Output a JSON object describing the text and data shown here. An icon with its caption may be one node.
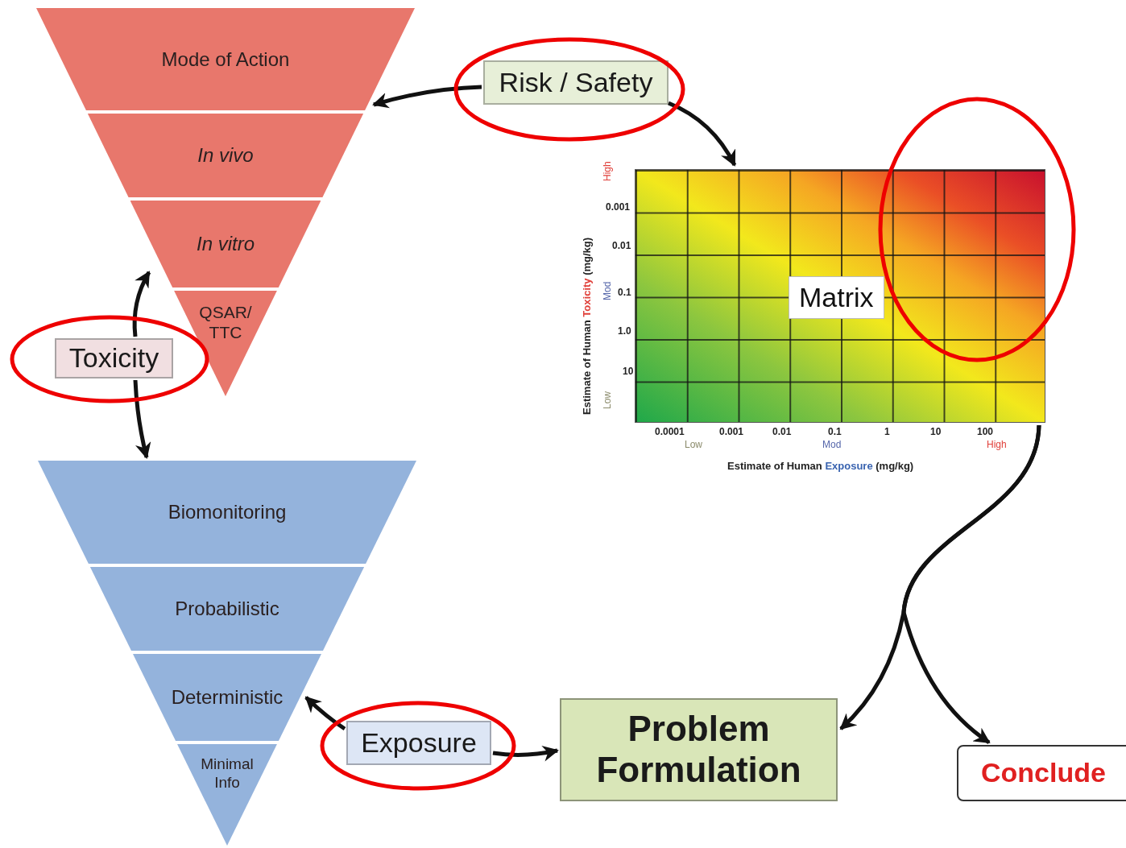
{
  "diagram": {
    "nodes": [
      {
        "text": [
          "Mode of Action"
        ]
      },
      {
        "text": [
          "In vivo"
        ]
      },
      {
        "text": [
          "In vitro"
        ]
      },
      {
        "text": [
          "QSAR/ TTC"
        ]
      },
      {
        "text": [
          "Toxicity"
        ]
      },
      {
        "text": [
          "Biomonitoring"
        ]
      },
      {
        "text": [
          "Probabilistic"
        ]
      },
      {
        "text": [
          "Deterministic"
        ]
      },
      {
        "text": [
          "Minimal Info"
        ]
      },
      {
        "text": [
          "Exposure"
        ]
      },
      {
        "text": [
          "Problem Formulation"
        ]
      },
      {
        "text": [
          "Risk / Safety"
        ]
      },
      {
        "text": [
          "Matrix"
        ]
      },
      {
        "text": [
          "Conclude"
        ]
      }
    ],
    "edges": [
      {
        "from": 4,
        "to": 2,
        "arrow": "to"
      },
      {
        "from": 4,
        "to": 5,
        "arrow": "to"
      },
      {
        "from": 11,
        "to": 0,
        "arrow": "to"
      },
      {
        "from": 11,
        "to": 12,
        "arrow": "to"
      },
      {
        "from": 9,
        "to": 7,
        "arrow": "to"
      },
      {
        "from": 9,
        "to": 10,
        "arrow": "to"
      },
      {
        "from": 12,
        "to": 10,
        "arrow": "to"
      },
      {
        "from": 12,
        "to": 13,
        "arrow": "to"
      }
    ],
    "labels": [
      "High",
      "0.001",
      "0.01",
      "Mod",
      "0.1",
      "1.0",
      "10",
      "Low",
      "Estimate of Human",
      "Toxicity",
      "(mg/kg)",
      "0.0001",
      "0.001",
      "0.01",
      "0.1",
      "1",
      "10",
      "100",
      "Low",
      "Mod",
      "High",
      "Estimate of Human",
      "Exposure",
      "(mg/kg)"
    ]
  }
}
